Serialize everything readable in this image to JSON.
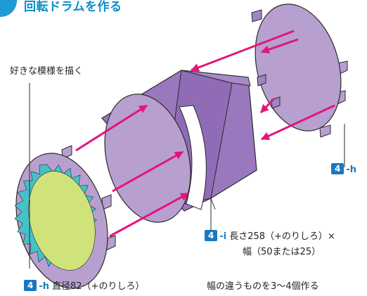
{
  "title": "回転ドラムを作る",
  "labels": {
    "draw_pattern": "好きな模様を描く",
    "disk_tag_num": "4",
    "disk_tag_suffix": "-h",
    "disk_desc": "直径82（+のりしろ）",
    "right_tag_num": "4",
    "right_tag_suffix": "-h",
    "drum_tag_num": "4",
    "drum_tag_suffix": "-i",
    "drum_desc_line1": "長さ258（+のりしろ）×",
    "drum_desc_line2": "幅（50または25）",
    "variation_note": "幅の違うものを3〜4個作る"
  },
  "colors": {
    "title_blue": "#0b8fc8",
    "tag_blue": "#1a78c2",
    "arrow_magenta": "#e5147c",
    "disk_purple": "#b7a0d0",
    "drum_purple": "#9a78bd",
    "teal": "#44c2c8",
    "green": "#cfe37a"
  }
}
